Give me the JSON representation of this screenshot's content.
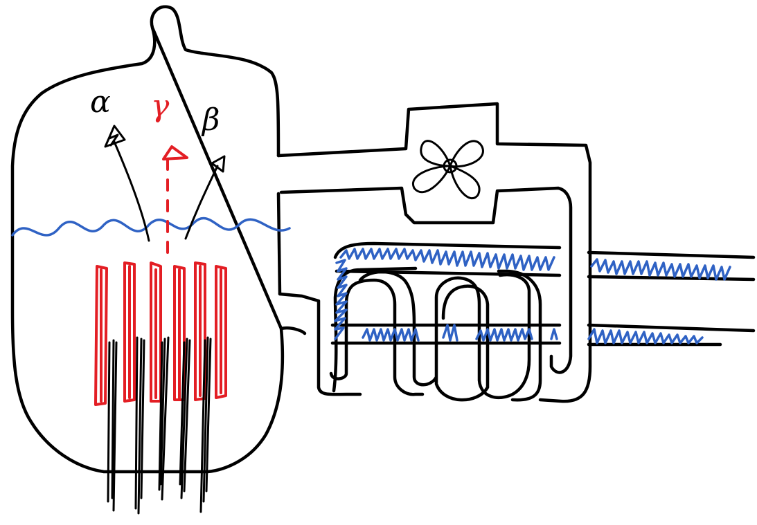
{
  "labels": {
    "alpha": "α",
    "gamma": "γ",
    "beta": "β"
  },
  "colors": {
    "outline": "#000000",
    "radiation": "#e31e24",
    "water": "#2f62c4",
    "background": "#ffffff"
  },
  "icons": {
    "fan": "fan-icon"
  }
}
